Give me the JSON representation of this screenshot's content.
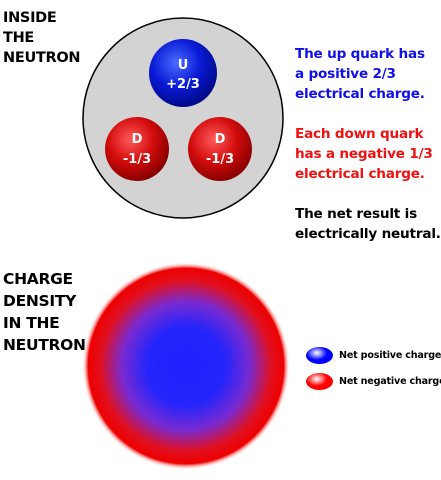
{
  "headings": {
    "inside": [
      "INSIDE",
      "THE",
      "NEUTRON"
    ],
    "density": [
      "CHARGE",
      "DENSITY",
      "IN THE",
      "NEUTRON"
    ]
  },
  "quarks": [
    {
      "letter": "U",
      "charge": "+2/3",
      "color": "#0000cc"
    },
    {
      "letter": "D",
      "charge": "-1/3",
      "color": "#cc0000"
    },
    {
      "letter": "D",
      "charge": "-1/3",
      "color": "#cc0000"
    }
  ],
  "notes": {
    "up": {
      "lines": [
        "The up quark has",
        "a positive 2/3",
        "electrical charge."
      ],
      "color": "#1010e8"
    },
    "down": {
      "lines": [
        "Each down quark",
        "has a negative 1/3",
        "electrical charge."
      ],
      "color": "#ee1111"
    },
    "net": {
      "lines": [
        "The net result is",
        "electrically neutral."
      ],
      "color": "#000000"
    }
  },
  "legend": {
    "positive": {
      "label": "Net positive charge",
      "color": "#0000ff"
    },
    "negative": {
      "label": "Net negative charge",
      "color": "#ff0000"
    }
  },
  "colors": {
    "neutron_fill": "#d3d3d3",
    "density_center": "#1f1fff",
    "density_edge": "#ee0000"
  }
}
